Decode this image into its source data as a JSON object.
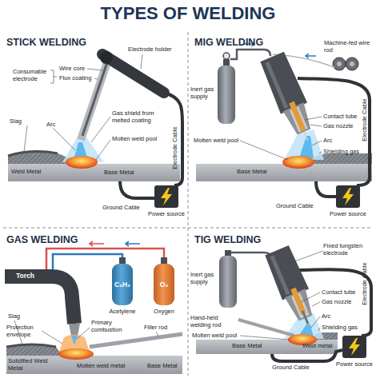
{
  "diagram": {
    "title": "TYPES OF WELDING",
    "nodes": [
      {
        "text": [
          "STICK WELDING"
        ]
      },
      {
        "text": [
          "Power source"
        ],
        "in": 0
      },
      {
        "text": [
          "MIG WELDING"
        ]
      },
      {
        "text": [
          "Power source"
        ],
        "in": 2
      },
      {
        "text": [
          "GAS WELDING"
        ]
      },
      {
        "text": [
          "TIG WELDING"
        ]
      },
      {
        "text": [
          "Power source"
        ],
        "in": 5
      }
    ],
    "labels": [
      "Consumable electrode",
      "Wire core",
      "Flux coating",
      "Electrode holder",
      "Slag",
      "Weld Metal",
      "Arc",
      "Gas shield from melted coating",
      "Molten weld pool",
      "Base Metal",
      "Electrode Cable",
      "Ground Cable",
      "Machine-fed wire rod",
      "Inert gas supply",
      "Contact tube",
      "Gas nozzle",
      "Molten weld pool",
      "Arc",
      "Shielding gas",
      "Base Metal",
      "Electrode Cable",
      "Ground Cable",
      "Torch",
      "Acetylene",
      "C₂H₂",
      "Oxygen",
      "O₂",
      "Slag",
      "Protection envelope",
      "Primary combustion",
      "Filler rod",
      "Solidified Weld Metal",
      "Molten weld metal",
      "Base Metal",
      "Inert gas supply",
      "Fixed tungsten electrode",
      "Contact tube",
      "Gas nozzle",
      "Hand-held welding rod",
      "Arc",
      "Molten weld pool",
      "Shielding gas",
      "Base Metal",
      "Weld metal",
      "Electrode Cable",
      "Ground Cable"
    ]
  }
}
